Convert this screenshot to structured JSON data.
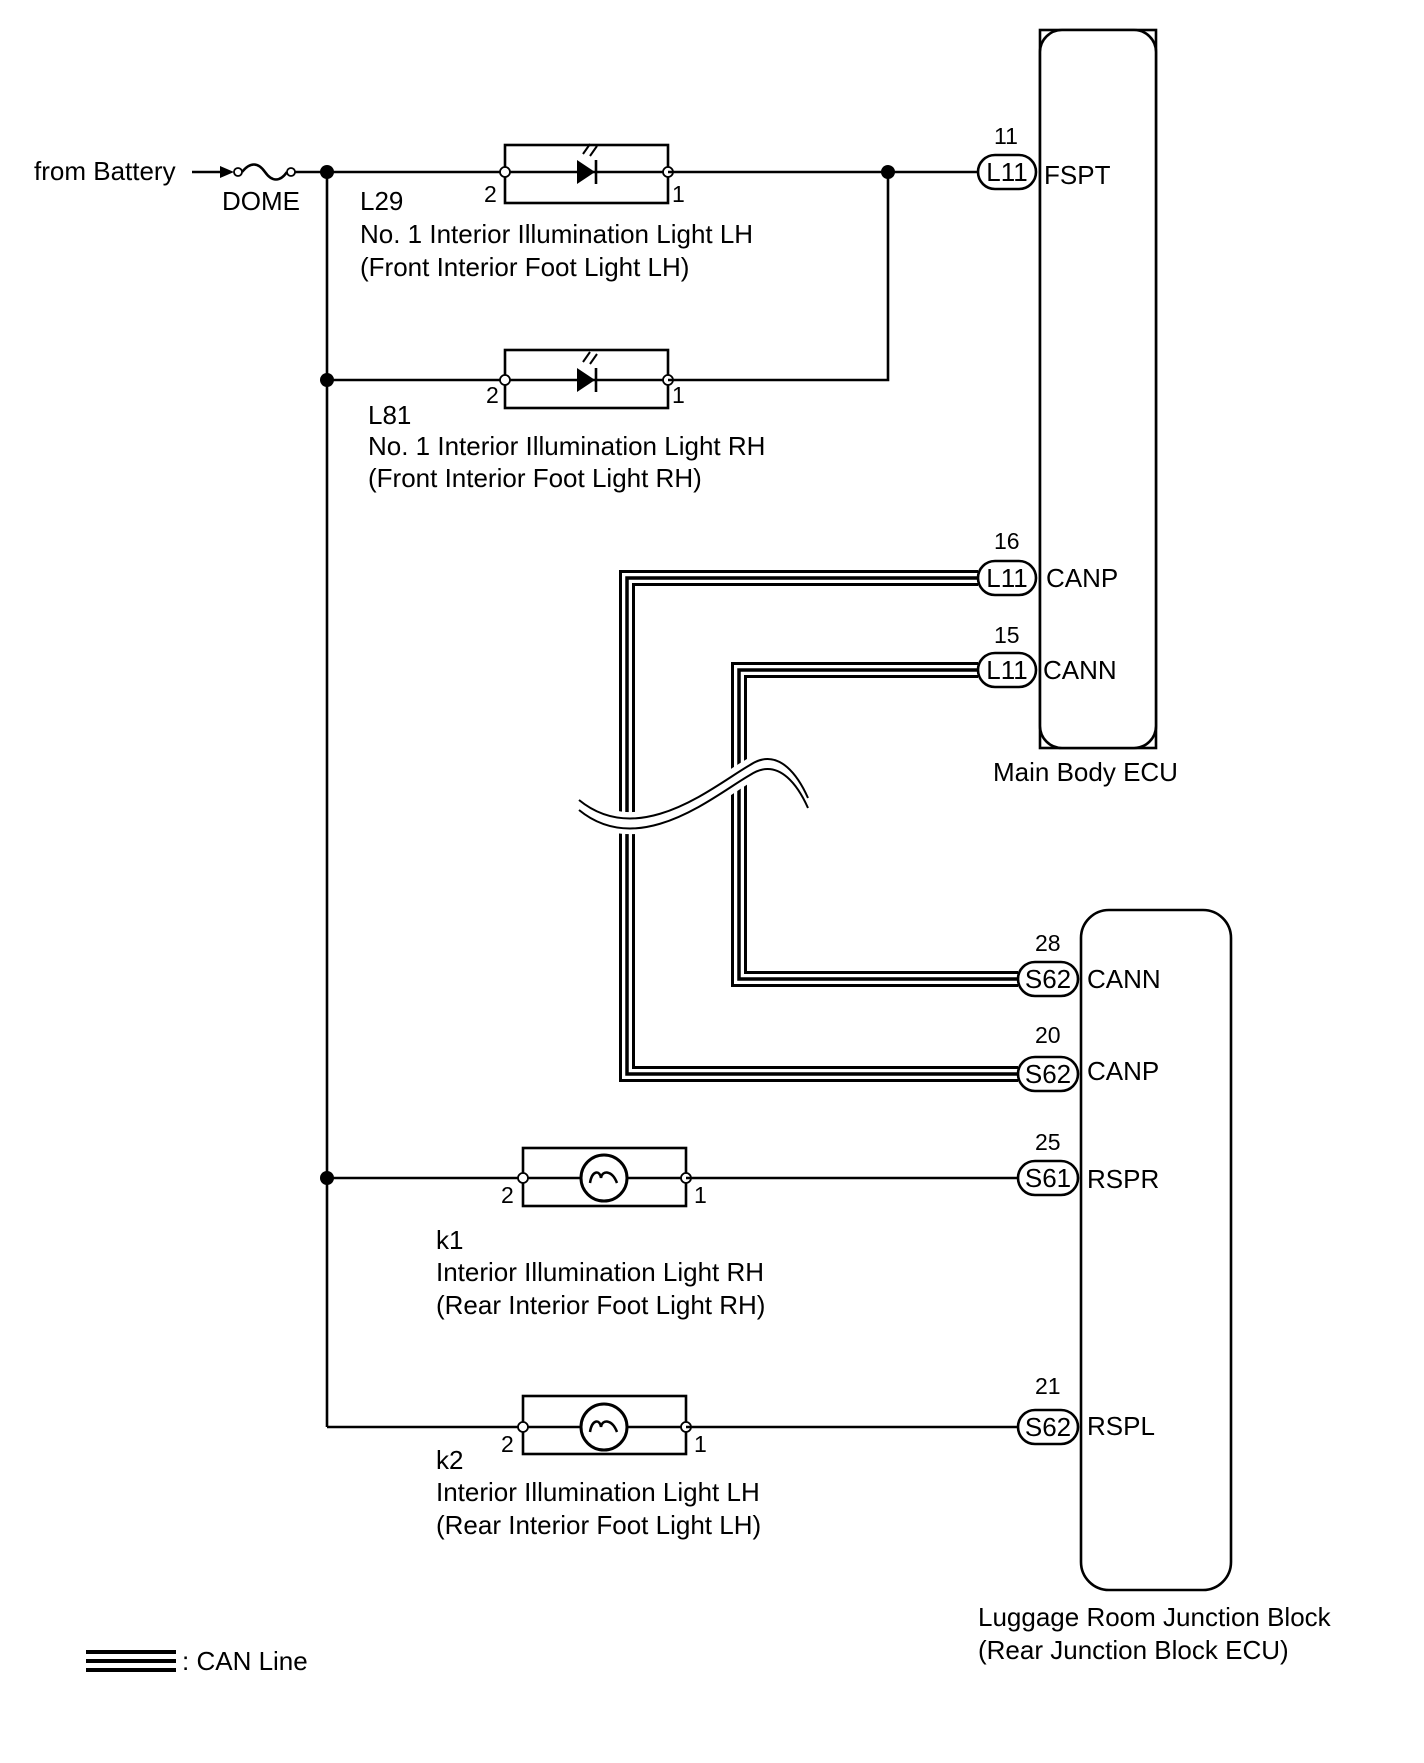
{
  "supply": {
    "source_label": "from Battery",
    "fuse_label": "DOME"
  },
  "lamps": [
    {
      "id": "L29",
      "name": "No. 1 Interior Illumination Light LH",
      "alt_name": "(Front Interior Foot Light LH)",
      "pin_a": "2",
      "pin_b": "1",
      "type": "led"
    },
    {
      "id": "L81",
      "name": "No. 1 Interior Illumination Light RH",
      "alt_name": "(Front Interior Foot Light RH)",
      "pin_a": "2",
      "pin_b": "1",
      "type": "led"
    },
    {
      "id": "k1",
      "name": "Interior Illumination Light RH",
      "alt_name": "(Rear Interior Foot Light RH)",
      "pin_a": "2",
      "pin_b": "1",
      "type": "bulb"
    },
    {
      "id": "k2",
      "name": "Interior Illumination Light LH",
      "alt_name": "(Rear Interior Foot Light LH)",
      "pin_a": "2",
      "pin_b": "1",
      "type": "bulb"
    }
  ],
  "main_body_ecu": {
    "label": "Main Body ECU",
    "terminals": [
      {
        "pin": "11",
        "connector": "L11",
        "signal": "FSPT"
      },
      {
        "pin": "16",
        "connector": "L11",
        "signal": "CANP"
      },
      {
        "pin": "15",
        "connector": "L11",
        "signal": "CANN"
      }
    ]
  },
  "junction_block": {
    "label_line1": "Luggage Room Junction Block",
    "label_line2": "(Rear Junction Block ECU)",
    "terminals": [
      {
        "pin": "28",
        "connector": "S62",
        "signal": "CANN"
      },
      {
        "pin": "20",
        "connector": "S62",
        "signal": "CANP"
      },
      {
        "pin": "25",
        "connector": "S61",
        "signal": "RSPR"
      },
      {
        "pin": "21",
        "connector": "S62",
        "signal": "RSPL"
      }
    ]
  },
  "legend": {
    "can_line_label": ": CAN Line"
  }
}
